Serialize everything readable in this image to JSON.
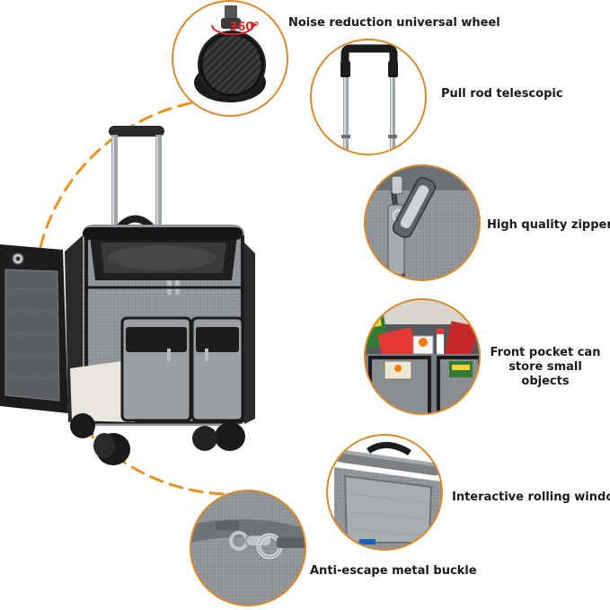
{
  "features": [
    {
      "id": "wheel",
      "label": "Noise reduction universal wheel",
      "badge": "360°"
    },
    {
      "id": "rod",
      "label": "Pull rod telescopic"
    },
    {
      "id": "zipper",
      "label": "High quality zipper"
    },
    {
      "id": "pocket",
      "label": "Front pocket can store small objects"
    },
    {
      "id": "window",
      "label": "Interactive rolling window"
    },
    {
      "id": "buckle",
      "label": "Anti-escape metal buckle"
    }
  ],
  "colors": {
    "accent": "#e8921f",
    "fabric": "#8e9196",
    "fabric_dark": "#6e7176",
    "frame": "#1c1c1c",
    "circle_border": "#d98a2a"
  }
}
